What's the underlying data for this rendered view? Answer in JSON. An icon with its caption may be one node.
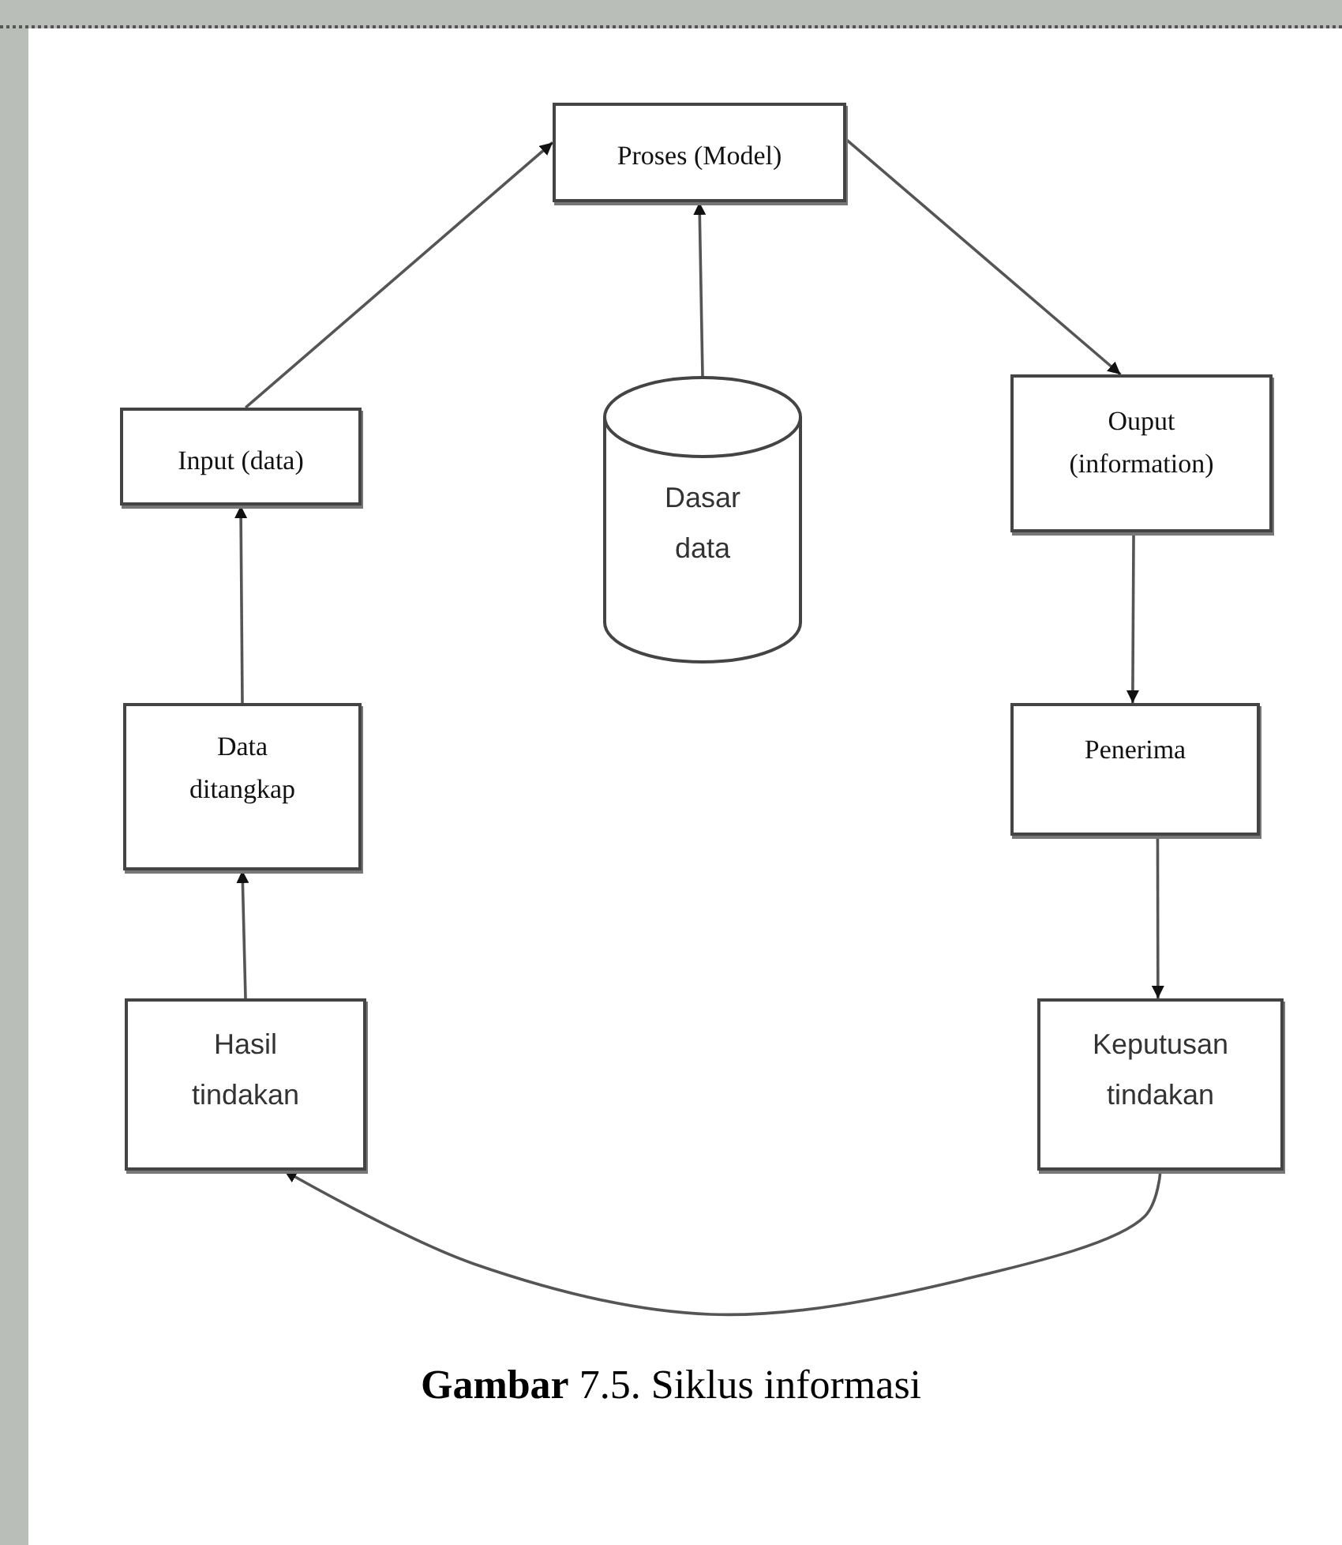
{
  "diagram": {
    "caption": "**Gambar** 7.5. Siklus informasi",
    "nodes": [
      {
        "text": [
          "Proses (Model)"
        ]
      },
      {
        "text": [
          "Input (data)"
        ]
      },
      {
        "text": [
          "Dasar data"
        ]
      },
      {
        "text": [
          "Ouput (information)"
        ]
      },
      {
        "text": [
          "Data ditangkap"
        ]
      },
      {
        "text": [
          "Penerima"
        ]
      },
      {
        "text": [
          "Hasil tindakan"
        ]
      },
      {
        "text": [
          "Keputusan tindakan"
        ]
      }
    ],
    "edges": [
      {
        "from": 1,
        "to": 0,
        "arrow": "to"
      },
      {
        "from": 2,
        "to": 0,
        "arrow": "to"
      },
      {
        "from": 0,
        "to": 3,
        "arrow": "to"
      },
      {
        "from": 4,
        "to": 1,
        "arrow": "to"
      },
      {
        "from": 3,
        "to": 5,
        "arrow": "to"
      },
      {
        "from": 6,
        "to": 4,
        "arrow": "to"
      },
      {
        "from": 5,
        "to": 7,
        "arrow": "to"
      },
      {
        "from": 7,
        "to": 6,
        "arrow": "to"
      }
    ]
  }
}
